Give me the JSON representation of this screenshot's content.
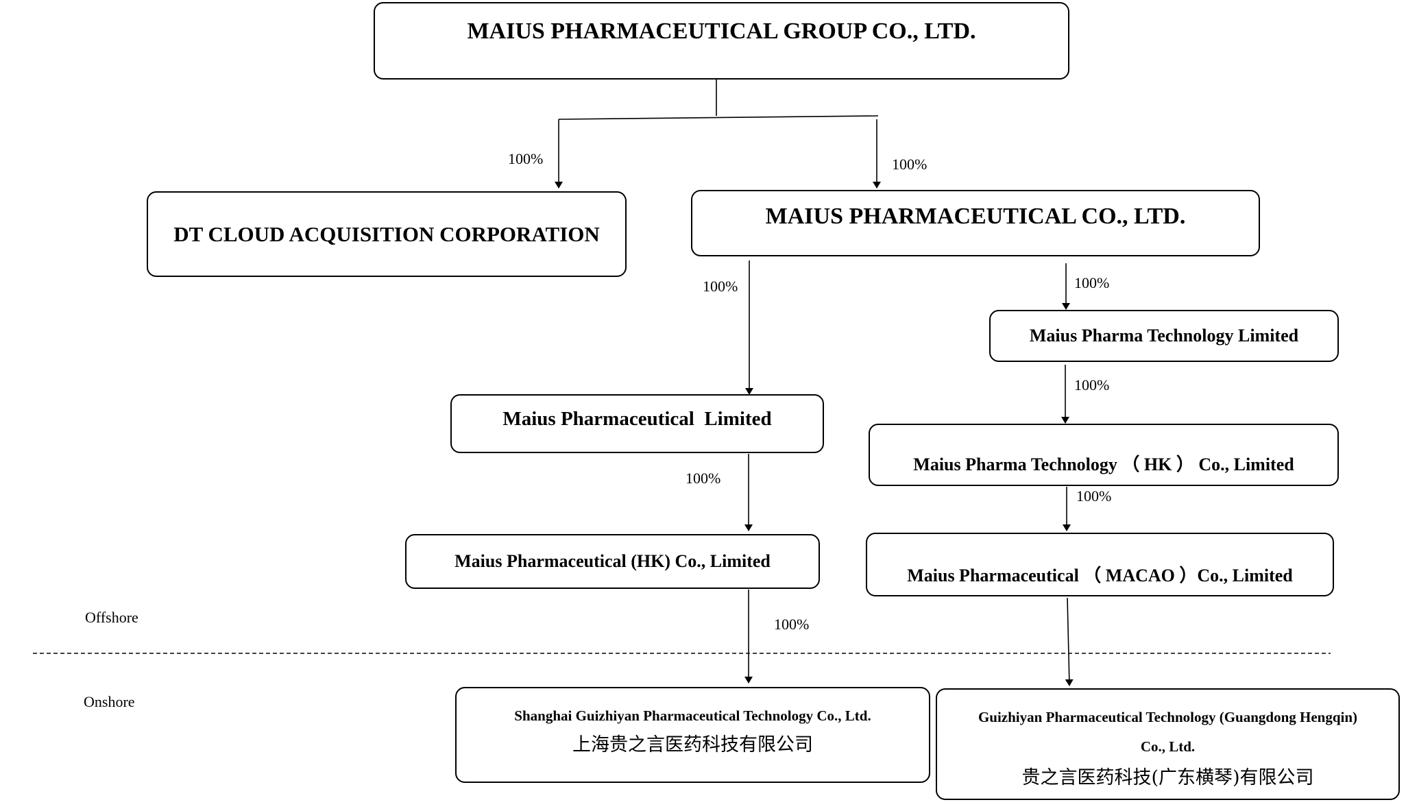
{
  "entities": {
    "group": "MAIUS PHARMACEUTICAL GROUP CO., LTD.",
    "dt_cloud": "DT CLOUD ACQUISITION CORPORATION",
    "maius_co": "MAIUS PHARMACEUTICAL CO., LTD.",
    "pharma_tech_ltd": "Maius Pharma Technology Limited",
    "pharma_ltd": "Maius Pharmaceutical  Limited",
    "pharma_tech_hk": "Maius Pharma Technology （ HK ） Co., Limited",
    "pharma_hk": "Maius Pharmaceutical (HK) Co., Limited",
    "pharma_macao": "Maius Pharmaceutical （ MACAO ）Co., Limited",
    "shanghai_en": "Shanghai Guizhiyan Pharmaceutical Technology Co., Ltd.",
    "shanghai_cn": "上海贵之言医药科技有限公司",
    "guangdong_en_1": "Guizhiyan Pharmaceutical Technology (Guangdong Hengqin)",
    "guangdong_en_2": "Co., Ltd.",
    "guangdong_cn": "贵之言医药科技(广东横琴)有限公司"
  },
  "ownership": {
    "group_to_dt_cloud": "100%",
    "group_to_maius_co": "100%",
    "maius_co_to_pharma_ltd": "100%",
    "maius_co_to_pharma_tech_ltd": "100%",
    "pharma_tech_ltd_to_pharma_tech_hk": "100%",
    "pharma_ltd_to_pharma_hk": "100%",
    "pharma_tech_hk_to_pharma_macao": "100%",
    "pharma_hk_to_shanghai": "100%"
  },
  "zones": {
    "offshore": "Offshore",
    "onshore": "Onshore"
  }
}
